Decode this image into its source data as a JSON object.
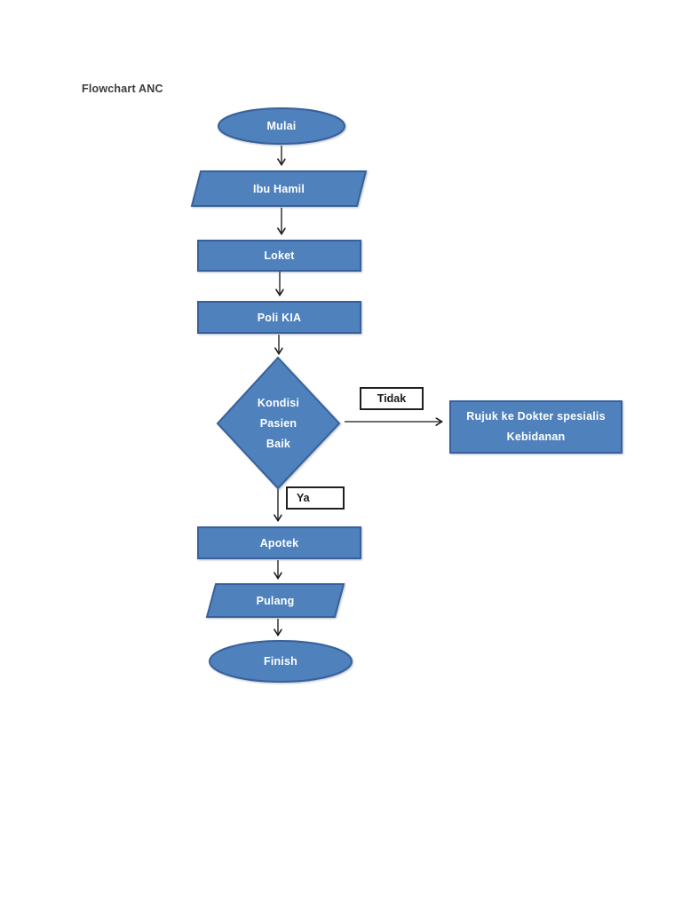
{
  "page": {
    "title": "Flowchart ANC",
    "background_color": "#ffffff"
  },
  "theme": {
    "shape_fill": "#4f81bd",
    "shape_border": "#38609a",
    "shape_text_color": "#ffffff",
    "connector_color": "#3f3f3f",
    "branch_box_fill": "#ffffff",
    "branch_box_border": "#1f1f1f",
    "title_color": "#3b3b3b"
  },
  "nodes": {
    "mulai": {
      "type": "terminator",
      "label": "Mulai"
    },
    "ibu_hamil": {
      "type": "data",
      "label": "Ibu Hamil"
    },
    "loket": {
      "type": "process",
      "label": "Loket"
    },
    "poli_kia": {
      "type": "process",
      "label": "Poli KIA"
    },
    "kondisi": {
      "type": "decision",
      "label": "Kondisi\nPasien\nBaik"
    },
    "rujuk": {
      "type": "process",
      "label": "Rujuk ke Dokter spesialis\nKebidanan"
    },
    "apotek": {
      "type": "process",
      "label": "Apotek"
    },
    "pulang": {
      "type": "data",
      "label": "Pulang"
    },
    "finish": {
      "type": "terminator",
      "label": "Finish"
    }
  },
  "edges": [
    {
      "from": "mulai",
      "to": "ibu_hamil",
      "label": ""
    },
    {
      "from": "ibu_hamil",
      "to": "loket",
      "label": ""
    },
    {
      "from": "loket",
      "to": "poli_kia",
      "label": ""
    },
    {
      "from": "poli_kia",
      "to": "kondisi",
      "label": ""
    },
    {
      "from": "kondisi",
      "to": "rujuk",
      "label": "Tidak"
    },
    {
      "from": "kondisi",
      "to": "apotek",
      "label": "Ya"
    },
    {
      "from": "apotek",
      "to": "pulang",
      "label": ""
    },
    {
      "from": "pulang",
      "to": "finish",
      "label": ""
    }
  ]
}
